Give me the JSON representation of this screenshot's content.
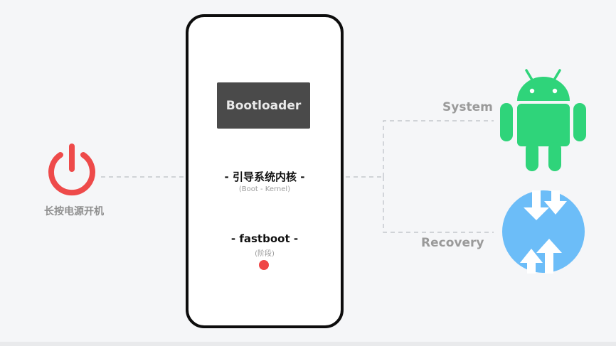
{
  "power": {
    "label": "长按电源开机",
    "icon": "power-icon",
    "color": "#ee4a4a"
  },
  "phone": {
    "chip_label": "Bootloader",
    "stage1": {
      "title": "- 引导系统内核 -",
      "subtitle": "(Boot - Kernel)"
    },
    "stage2": {
      "title": "- fastboot -",
      "subtitle": "(阶段)"
    },
    "indicator_color": "#ef4646"
  },
  "targets": {
    "system": {
      "label": "System",
      "icon": "android-icon",
      "color": "#2fd47a"
    },
    "recovery": {
      "label": "Recovery",
      "icon": "twrp-recovery-icon",
      "color": "#6cbdf8"
    }
  }
}
